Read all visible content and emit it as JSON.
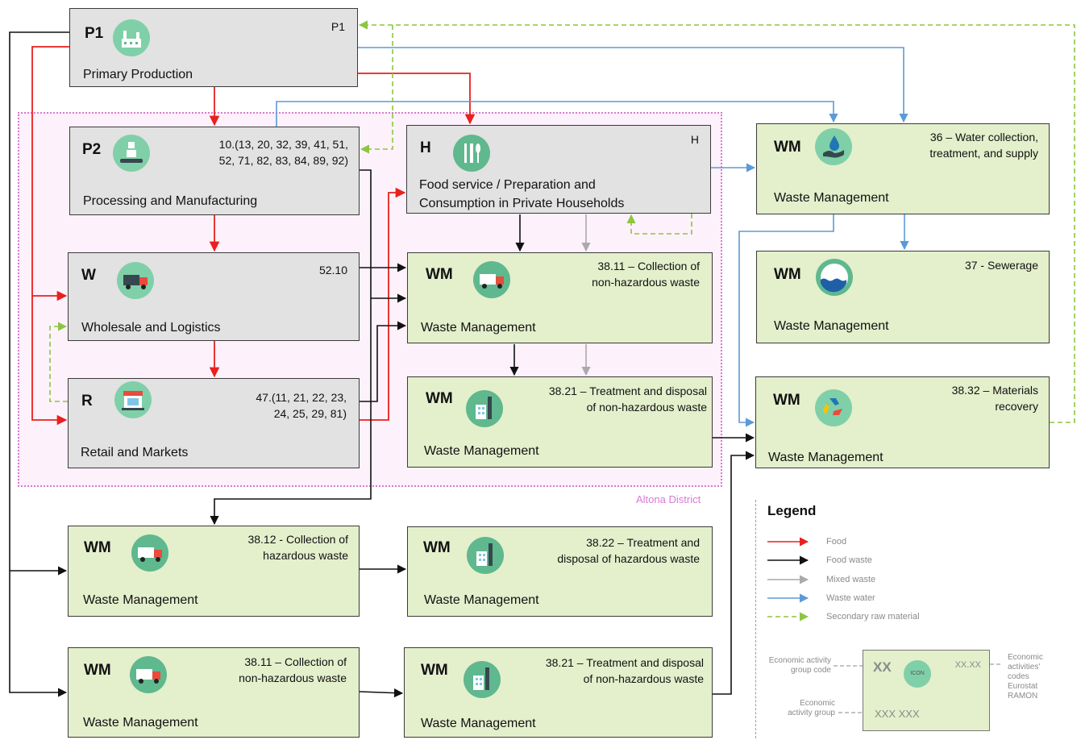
{
  "district_label": "Altona District",
  "nodes": {
    "p1": {
      "code": "P1",
      "name": "Primary Production",
      "nace": "P1",
      "icon": "factory-icon"
    },
    "p2": {
      "code": "P2",
      "name": "Processing and Manufacturing",
      "nace_line1": "10.(13, 20, 32, 39, 41, 51,",
      "nace_line2": "52, 71, 82, 83, 84, 89, 92)",
      "icon": "conveyor-icon"
    },
    "w": {
      "code": "W",
      "name": "Wholesale and Logistics",
      "nace": "52.10",
      "icon": "truck-icon"
    },
    "r": {
      "code": "R",
      "name": "Retail and Markets",
      "nace_line1": "47.(11, 21, 22, 23,",
      "nace_line2": "24, 25, 29, 81)",
      "icon": "store-icon"
    },
    "h": {
      "code": "H",
      "name_line1": "Food service / Preparation and",
      "name_line2": "Consumption in Private Households",
      "nace": "H",
      "icon": "cutlery-icon"
    },
    "wm_3811": {
      "code": "WM",
      "name": "Waste Management",
      "nace_line1": "38.11 – Collection of",
      "nace_line2": "non-hazardous waste",
      "icon": "truck-icon"
    },
    "wm_3821": {
      "code": "WM",
      "name": "Waste Management",
      "nace_line1": "38.21 – Treatment and disposal",
      "nace_line2": "of non-hazardous waste",
      "icon": "plant-icon"
    },
    "wm_36": {
      "code": "WM",
      "name": "Waste Management",
      "nace_line1": "36 – Water collection,",
      "nace_line2": "treatment, and supply",
      "icon": "water-hand-icon"
    },
    "wm_37": {
      "code": "WM",
      "name": "Waste Management",
      "nace": "37 - Sewerage",
      "icon": "sewer-icon"
    },
    "wm_3832": {
      "code": "WM",
      "name": "Waste Management",
      "nace_line1": "38.32 – Materials",
      "nace_line2": "recovery",
      "icon": "recycle-icon"
    },
    "wm_3812": {
      "code": "WM",
      "name": "Waste Management",
      "nace_line1": "38.12 - Collection of",
      "nace_line2": "hazardous waste",
      "icon": "truck-icon"
    },
    "wm_3822": {
      "code": "WM",
      "name": "Waste Management",
      "nace_line1": "38.22 – Treatment and",
      "nace_line2": "disposal of hazardous waste",
      "icon": "plant-icon"
    },
    "wm_3811b": {
      "code": "WM",
      "name": "Waste Management",
      "nace_line1": "38.11 – Collection of",
      "nace_line2": "non-hazardous waste",
      "icon": "truck-icon"
    },
    "wm_3821b": {
      "code": "WM",
      "name": "Waste Management",
      "nace_line1": "38.21 – Treatment and disposal",
      "nace_line2": "of non-hazardous waste",
      "icon": "plant-icon"
    }
  },
  "legend": {
    "title": "Legend",
    "items": [
      {
        "label": "Food",
        "color": "#e8201e",
        "dashed": false
      },
      {
        "label": "Food waste",
        "color": "#111111",
        "dashed": false
      },
      {
        "label": "Mixed waste",
        "color": "#aaaaaa",
        "dashed": false
      },
      {
        "label": "Waste water",
        "color": "#5b9bd5",
        "dashed": false
      },
      {
        "label": "Secondary raw material",
        "color": "#8cc63f",
        "dashed": true
      }
    ],
    "key": {
      "code": "XX",
      "icon": "ICON",
      "nace": "XX.XX",
      "group": "XXX XXX",
      "label_code_line1": "Economic activity",
      "label_code_line2": "group code",
      "label_group_line1": "Economic",
      "label_group_line2": "activity group",
      "label_nace_line1": "Economic",
      "label_nace_line2": "activities'",
      "label_nace_line3": "codes",
      "label_nace_line4": "Eurostat",
      "label_nace_line5": "RAMON"
    }
  },
  "colors": {
    "food": "#e8201e",
    "food_waste": "#111111",
    "mixed_waste": "#aaaaaa",
    "waste_water": "#5b9bd5",
    "secondary": "#8cc63f",
    "grey_box": "#e2e2e2",
    "green_box": "#e4efcc",
    "district": "#d97ad2"
  }
}
